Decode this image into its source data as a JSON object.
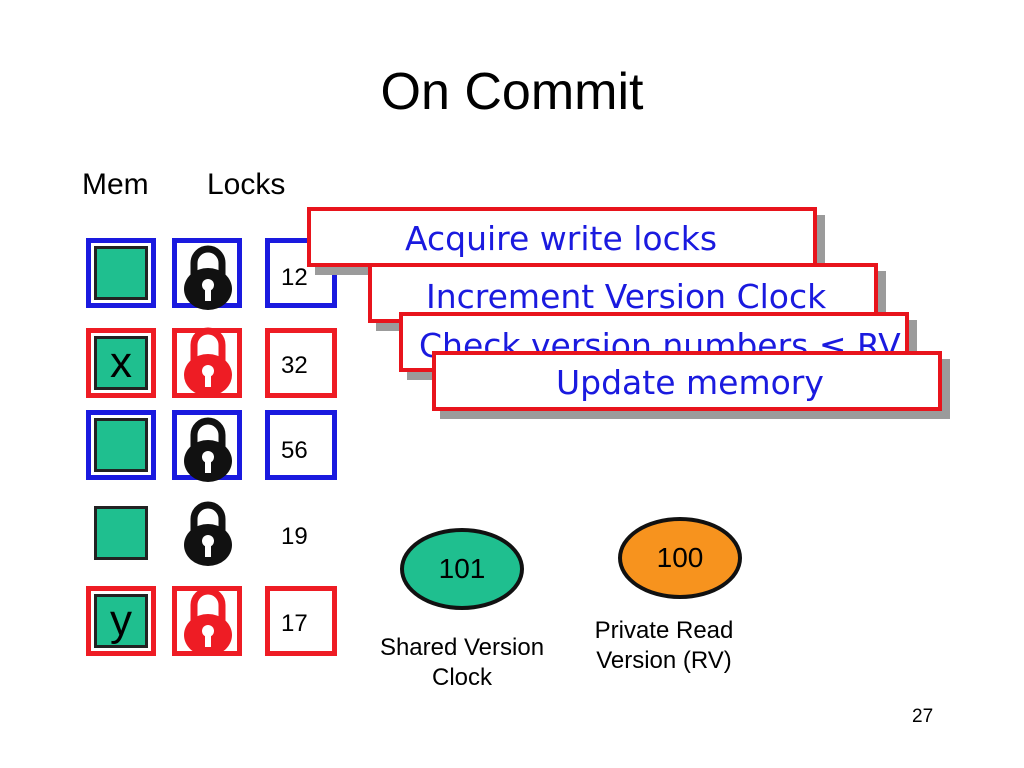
{
  "title": "On Commit",
  "headers": {
    "mem": "Mem",
    "locks": "Locks"
  },
  "rows": [
    {
      "mem_label": "",
      "mem_color": "blue",
      "lock_color": "black",
      "lock_box": "blue",
      "version": "12",
      "version_box": "blue"
    },
    {
      "mem_label": "x",
      "mem_color": "red",
      "lock_color": "red",
      "lock_box": "red",
      "version": "32",
      "version_box": "red"
    },
    {
      "mem_label": "",
      "mem_color": "blue",
      "lock_color": "black",
      "lock_box": "blue",
      "version": "56",
      "version_box": "blue"
    },
    {
      "mem_label": "",
      "mem_color": "none",
      "lock_color": "black",
      "lock_box": "none",
      "version": "19",
      "version_box": "none"
    },
    {
      "mem_label": "y",
      "mem_color": "red",
      "lock_color": "red",
      "lock_box": "red",
      "version": "17",
      "version_box": "red"
    }
  ],
  "steps": [
    "Acquire write locks",
    "Increment Version Clock",
    "Check version numbers ≤ RV",
    "Update memory"
  ],
  "shared_clock": {
    "value": "101",
    "caption_line1": "Shared Version",
    "caption_line2": "Clock",
    "color": "#1fbf8f"
  },
  "private_rv": {
    "value": "100",
    "caption_line1": "Private Read",
    "caption_line2": "Version (RV)",
    "color": "#f7931e"
  },
  "page_number": "27",
  "colors": {
    "blue": "#1a1adf",
    "red": "#ee1c24",
    "teal": "#1fbf8f",
    "orange": "#f7931e"
  }
}
